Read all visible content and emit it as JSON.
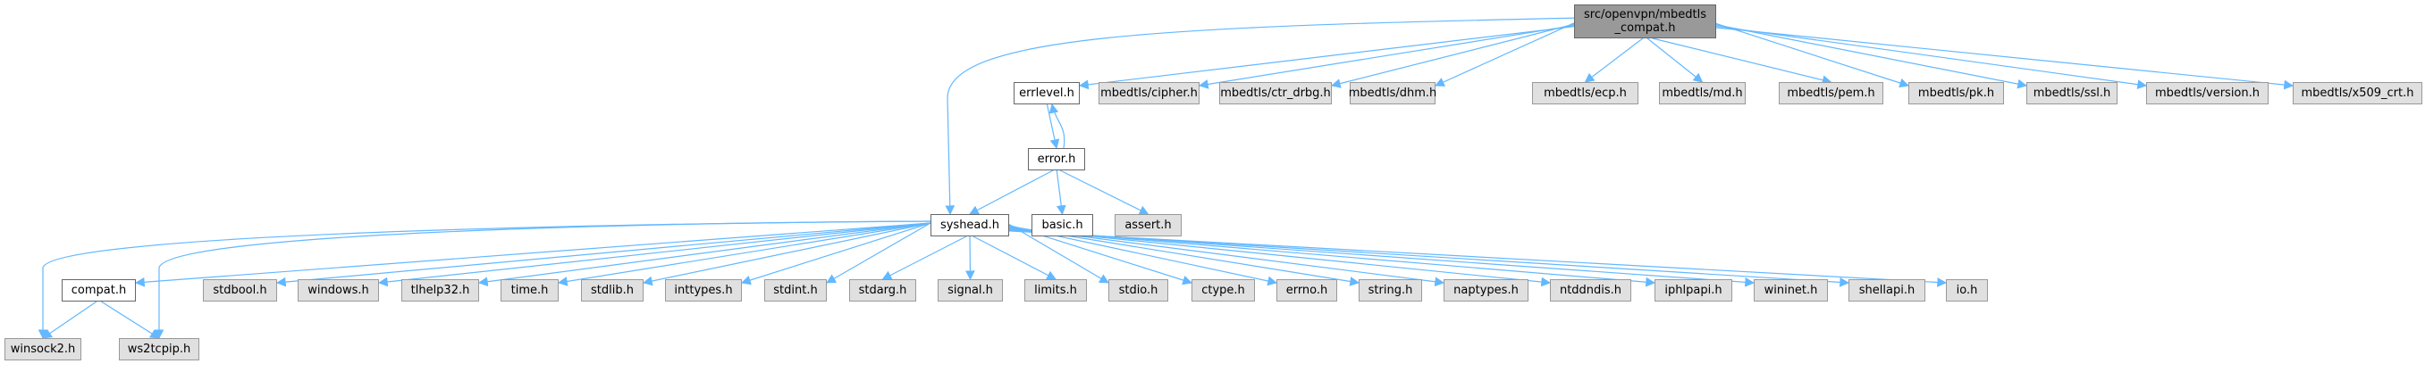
{
  "graph": {
    "type": "include-dependency-graph",
    "edge_color": "#63b8ff",
    "root": "src/openvpn/mbedtls\n_compat.h",
    "nodes": [
      {
        "id": "root",
        "label": "src/openvpn/mbedtls\n_compat.h",
        "kind": "root"
      },
      {
        "id": "errlevel",
        "label": "errlevel.h",
        "kind": "doc"
      },
      {
        "id": "cipher",
        "label": "mbedtls/cipher.h",
        "kind": "ext"
      },
      {
        "id": "ctr_drbg",
        "label": "mbedtls/ctr_drbg.h",
        "kind": "ext"
      },
      {
        "id": "dhm",
        "label": "mbedtls/dhm.h",
        "kind": "ext"
      },
      {
        "id": "ecp",
        "label": "mbedtls/ecp.h",
        "kind": "ext"
      },
      {
        "id": "md",
        "label": "mbedtls/md.h",
        "kind": "ext"
      },
      {
        "id": "pem",
        "label": "mbedtls/pem.h",
        "kind": "ext"
      },
      {
        "id": "pk",
        "label": "mbedtls/pk.h",
        "kind": "ext"
      },
      {
        "id": "ssl",
        "label": "mbedtls/ssl.h",
        "kind": "ext"
      },
      {
        "id": "version",
        "label": "mbedtls/version.h",
        "kind": "ext"
      },
      {
        "id": "x509",
        "label": "mbedtls/x509_crt.h",
        "kind": "ext"
      },
      {
        "id": "error",
        "label": "error.h",
        "kind": "doc"
      },
      {
        "id": "syshead",
        "label": "syshead.h",
        "kind": "doc"
      },
      {
        "id": "basic",
        "label": "basic.h",
        "kind": "doc"
      },
      {
        "id": "assert",
        "label": "assert.h",
        "kind": "ext"
      },
      {
        "id": "compat",
        "label": "compat.h",
        "kind": "doc"
      },
      {
        "id": "stdbool",
        "label": "stdbool.h",
        "kind": "ext"
      },
      {
        "id": "windows",
        "label": "windows.h",
        "kind": "ext"
      },
      {
        "id": "tlhelp32",
        "label": "tlhelp32.h",
        "kind": "ext"
      },
      {
        "id": "time",
        "label": "time.h",
        "kind": "ext"
      },
      {
        "id": "stdlib",
        "label": "stdlib.h",
        "kind": "ext"
      },
      {
        "id": "inttypes",
        "label": "inttypes.h",
        "kind": "ext"
      },
      {
        "id": "stdint",
        "label": "stdint.h",
        "kind": "ext"
      },
      {
        "id": "stdarg",
        "label": "stdarg.h",
        "kind": "ext"
      },
      {
        "id": "signal",
        "label": "signal.h",
        "kind": "ext"
      },
      {
        "id": "limits",
        "label": "limits.h",
        "kind": "ext"
      },
      {
        "id": "stdio",
        "label": "stdio.h",
        "kind": "ext"
      },
      {
        "id": "ctype",
        "label": "ctype.h",
        "kind": "ext"
      },
      {
        "id": "errno",
        "label": "errno.h",
        "kind": "ext"
      },
      {
        "id": "string",
        "label": "string.h",
        "kind": "ext"
      },
      {
        "id": "naptypes",
        "label": "naptypes.h",
        "kind": "ext"
      },
      {
        "id": "ntddndis",
        "label": "ntddndis.h",
        "kind": "ext"
      },
      {
        "id": "iphlpapi",
        "label": "iphlpapi.h",
        "kind": "ext"
      },
      {
        "id": "wininet",
        "label": "wininet.h",
        "kind": "ext"
      },
      {
        "id": "shellapi",
        "label": "shellapi.h",
        "kind": "ext"
      },
      {
        "id": "io",
        "label": "io.h",
        "kind": "ext"
      },
      {
        "id": "winsock2",
        "label": "winsock2.h",
        "kind": "ext"
      },
      {
        "id": "ws2tcpip",
        "label": "ws2tcpip.h",
        "kind": "ext"
      }
    ],
    "edges": [
      [
        "root",
        "errlevel"
      ],
      [
        "root",
        "cipher"
      ],
      [
        "root",
        "ctr_drbg"
      ],
      [
        "root",
        "dhm"
      ],
      [
        "root",
        "ecp"
      ],
      [
        "root",
        "md"
      ],
      [
        "root",
        "pem"
      ],
      [
        "root",
        "pk"
      ],
      [
        "root",
        "ssl"
      ],
      [
        "root",
        "version"
      ],
      [
        "root",
        "x509"
      ],
      [
        "root",
        "syshead"
      ],
      [
        "errlevel",
        "error"
      ],
      [
        "error",
        "errlevel"
      ],
      [
        "error",
        "syshead"
      ],
      [
        "error",
        "basic"
      ],
      [
        "error",
        "assert"
      ],
      [
        "syshead",
        "compat"
      ],
      [
        "syshead",
        "stdbool"
      ],
      [
        "syshead",
        "windows"
      ],
      [
        "syshead",
        "tlhelp32"
      ],
      [
        "syshead",
        "time"
      ],
      [
        "syshead",
        "stdlib"
      ],
      [
        "syshead",
        "inttypes"
      ],
      [
        "syshead",
        "stdint"
      ],
      [
        "syshead",
        "stdarg"
      ],
      [
        "syshead",
        "signal"
      ],
      [
        "syshead",
        "limits"
      ],
      [
        "syshead",
        "stdio"
      ],
      [
        "syshead",
        "ctype"
      ],
      [
        "syshead",
        "errno"
      ],
      [
        "syshead",
        "string"
      ],
      [
        "syshead",
        "naptypes"
      ],
      [
        "syshead",
        "ntddndis"
      ],
      [
        "syshead",
        "iphlpapi"
      ],
      [
        "syshead",
        "wininet"
      ],
      [
        "syshead",
        "shellapi"
      ],
      [
        "syshead",
        "io"
      ],
      [
        "syshead",
        "winsock2"
      ],
      [
        "syshead",
        "ws2tcpip"
      ],
      [
        "compat",
        "winsock2"
      ],
      [
        "compat",
        "ws2tcpip"
      ]
    ]
  }
}
